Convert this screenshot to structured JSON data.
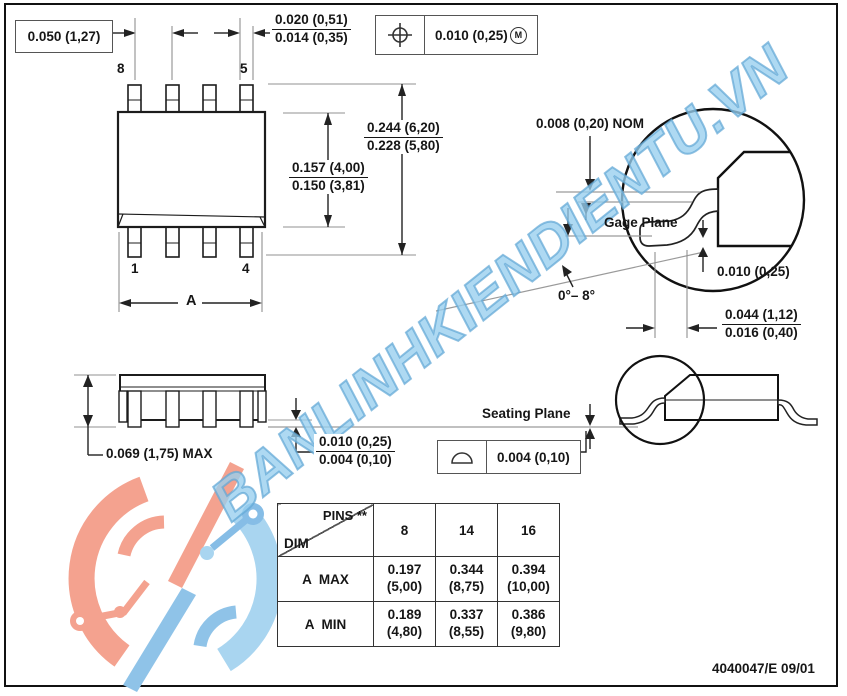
{
  "watermark": {
    "text": "BANLINHKIENDIENTU.VN"
  },
  "footer": {
    "doc_number": "4040047/E 09/01"
  },
  "top_view": {
    "pitch": "0.050 (1,27)",
    "lead_width_max": "0.020 (0,51)",
    "lead_width_min": "0.014 (0,35)",
    "tolerance": {
      "value": "0.010 (0,25)",
      "modifier": "M"
    },
    "pin_top_left": "8",
    "pin_top_right": "5",
    "pin_bottom_left": "1",
    "pin_bottom_right": "4",
    "length_label": "A",
    "body_width_max": "0.157 (4,00)",
    "body_width_min": "0.150 (3,81)",
    "overall_width_max": "0.244 (6,20)",
    "overall_width_min": "0.228 (5,80)"
  },
  "lead_detail": {
    "thickness_nom": "0.008 (0,20) NOM",
    "gage_plane_label": "Gage Plane",
    "foot_thickness": "0.010 (0,25)",
    "angle_range": "0°– 8°",
    "foot_length_max": "0.044 (1,12)",
    "foot_length_min": "0.016 (0,40)"
  },
  "side_view": {
    "height_max": "0.069 (1,75) MAX",
    "standoff_max": "0.010 (0,25)",
    "standoff_min": "0.004 (0,10)",
    "seating_plane_label": "Seating Plane",
    "flatness_tolerance": "0.004 (0,10)"
  },
  "symbols": {
    "true_position": "circle-crosshair",
    "flatness": "half-disc"
  },
  "table": {
    "corner_top": "PINS **",
    "corner_bottom": "DIM",
    "columns": [
      "8",
      "14",
      "16"
    ],
    "rows": [
      {
        "label": "A  MAX",
        "values": [
          [
            "0.197",
            "(5,00)"
          ],
          [
            "0.344",
            "(8,75)"
          ],
          [
            "0.394",
            "(10,00)"
          ]
        ]
      },
      {
        "label": "A  MIN",
        "values": [
          [
            "0.189",
            "(4,80)"
          ],
          [
            "0.337",
            "(8,55)"
          ],
          [
            "0.386",
            "(9,80)"
          ]
        ]
      }
    ]
  }
}
